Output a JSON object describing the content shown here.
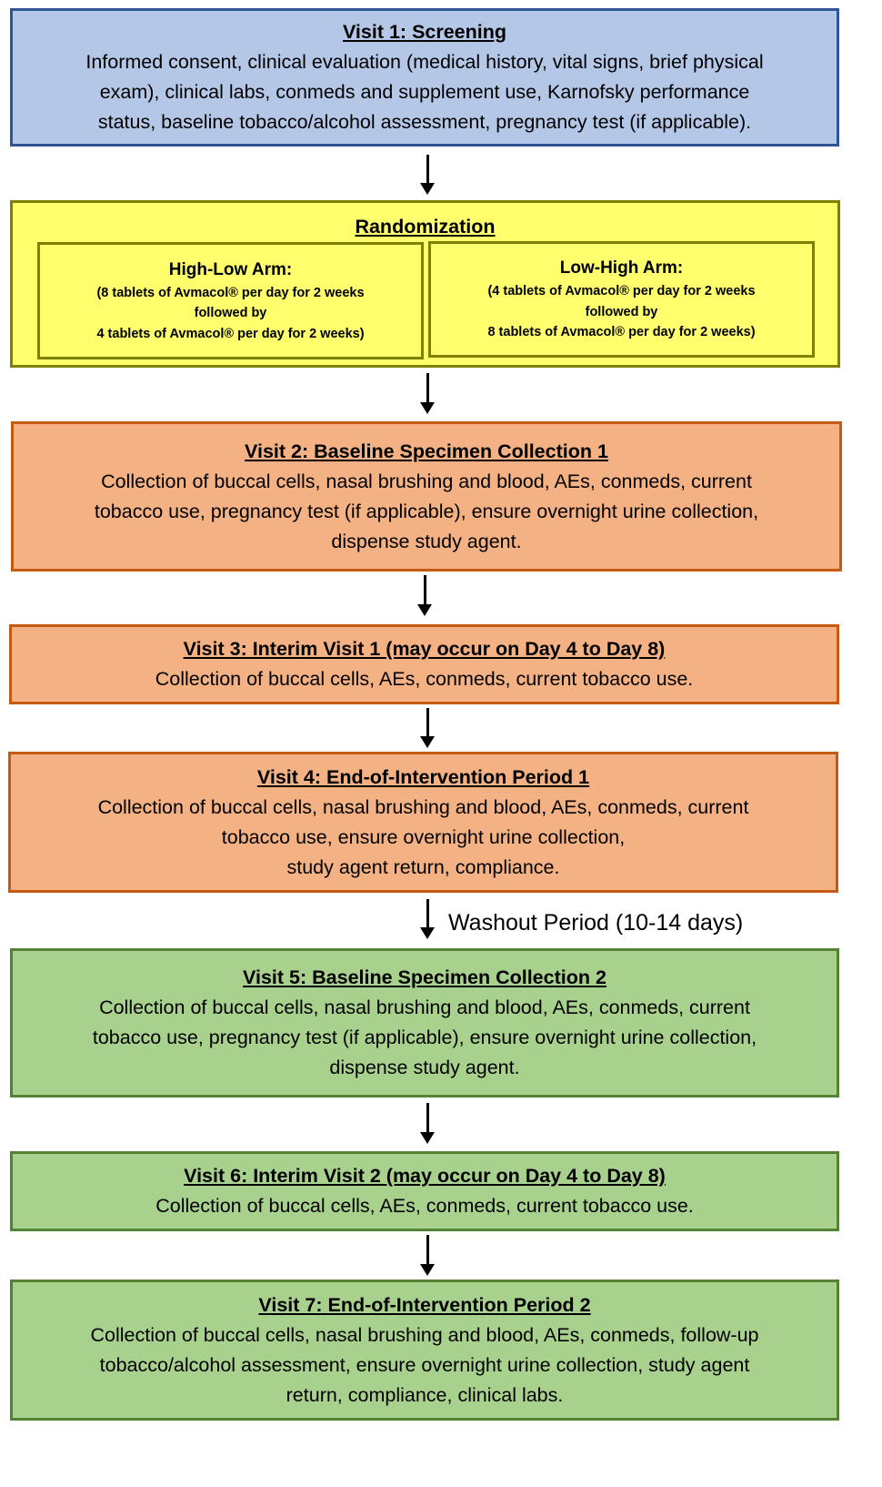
{
  "visit1": {
    "title": "Visit 1: Screening",
    "lines": [
      "Informed consent, clinical evaluation (medical history, vital signs, brief physical",
      "exam), clinical labs, conmeds and supplement use, Karnofsky performance",
      "status, baseline tobacco/alcohol assessment, pregnancy test (if applicable)."
    ]
  },
  "randomization": {
    "title": "Randomization",
    "arms": [
      {
        "title": "High-Low Arm:",
        "lines": [
          "(8 tablets of Avmacol® per day for 2 weeks",
          "followed by",
          "4 tablets of Avmacol® per day for 2 weeks)"
        ]
      },
      {
        "title": "Low-High Arm:",
        "lines": [
          "(4 tablets of Avmacol® per day for 2 weeks",
          "followed by",
          "8 tablets of Avmacol® per day for 2 weeks)"
        ]
      }
    ]
  },
  "visit2": {
    "title": "Visit 2: Baseline Specimen Collection 1",
    "lines": [
      "Collection of buccal cells, nasal brushing and blood, AEs, conmeds, current",
      "tobacco use, pregnancy test (if applicable), ensure overnight urine collection,",
      "dispense study agent."
    ]
  },
  "visit3": {
    "title": "Visit 3: Interim Visit 1 (may occur on Day 4 to Day 8)",
    "lines": [
      "Collection of buccal cells, AEs, conmeds, current tobacco use."
    ]
  },
  "visit4": {
    "title": "Visit 4: End-of-Intervention Period 1",
    "lines": [
      "Collection of buccal cells, nasal brushing and blood, AEs, conmeds, current",
      "tobacco use, ensure overnight urine collection,",
      "study agent return, compliance."
    ]
  },
  "washout": "Washout Period (10-14 days)",
  "visit5": {
    "title": "Visit 5: Baseline Specimen Collection 2",
    "lines": [
      "Collection of buccal cells, nasal brushing and blood, AEs, conmeds, current",
      "tobacco use, pregnancy test (if applicable), ensure overnight urine collection,",
      "dispense study agent."
    ]
  },
  "visit6": {
    "title": "Visit 6: Interim Visit 2 (may occur on Day 4 to Day 8)",
    "lines": [
      "Collection of buccal cells, AEs, conmeds, current tobacco use."
    ]
  },
  "visit7": {
    "title": "Visit 7: End-of-Intervention Period 2",
    "lines": [
      "Collection of buccal cells, nasal brushing and blood, AEs, conmeds, follow-up",
      "tobacco/alcohol assessment, ensure overnight urine collection, study agent",
      "return, compliance, clinical labs."
    ]
  },
  "colors": {
    "blue": "#b4c7e7",
    "yellow": "#ffff6d",
    "orange": "#f4b183",
    "green": "#a9d18e"
  }
}
